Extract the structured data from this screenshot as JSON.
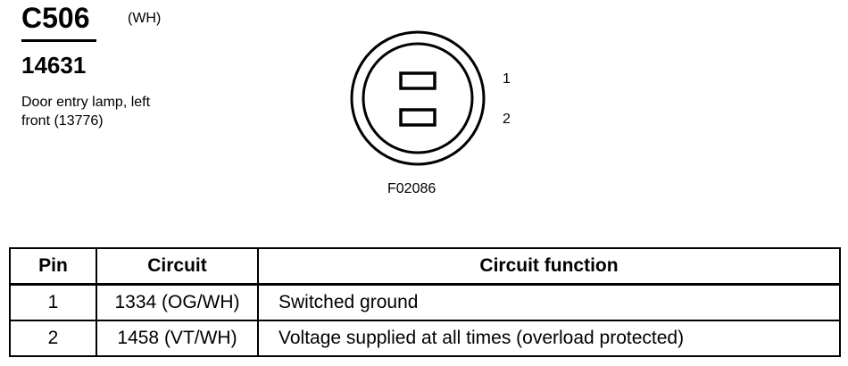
{
  "connector": {
    "id": "C506",
    "color": "(WH)",
    "part_number": "14631",
    "description_line1": "Door entry lamp, left",
    "description_line2": "front (13776)"
  },
  "diagram": {
    "figure_id": "F02086",
    "pin_labels": [
      "1",
      "2"
    ]
  },
  "table": {
    "headers": [
      "Pin",
      "Circuit",
      "Circuit function"
    ],
    "rows": [
      {
        "pin": "1",
        "circuit": "1334 (OG/WH)",
        "function": "Switched ground"
      },
      {
        "pin": "2",
        "circuit": "1458 (VT/WH)",
        "function": "Voltage supplied at all times (overload protected)"
      }
    ]
  }
}
